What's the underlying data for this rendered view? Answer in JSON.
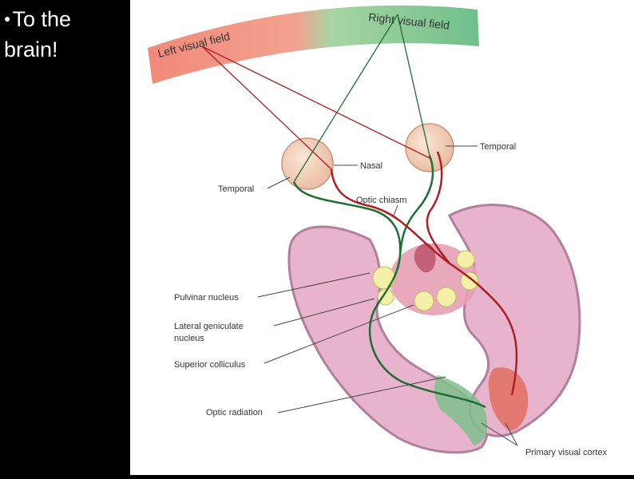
{
  "slide": {
    "bullet_symbol": "●",
    "bullet_line1": "To the",
    "bullet_line2": "brain!"
  },
  "diagram": {
    "labels": {
      "left_visual_field": "Left visual field",
      "right_visual_field": "Right visual field",
      "temporal_right": "Temporal",
      "temporal_left": "Temporal",
      "nasal": "Nasal",
      "optic_chiasm": "Optic chiasm",
      "pulvinar_nucleus": "Pulvinar nucleus",
      "lateral_geniculate_1": "Lateral geniculate",
      "lateral_geniculate_2": "nucleus",
      "superior_colliculus": "Superior colliculus",
      "optic_radiation": "Optic radiation",
      "primary_visual_cortex": "Primary visual cortex"
    },
    "colors": {
      "left_field": "#f08a7a",
      "right_field": "#6fbf8a",
      "left_pathway": "#b01e24",
      "right_pathway": "#1f6e33",
      "brain": "#e8b3cc",
      "brain_edge": "#b27f9c",
      "nucleus": "#f5f0a8"
    }
  }
}
